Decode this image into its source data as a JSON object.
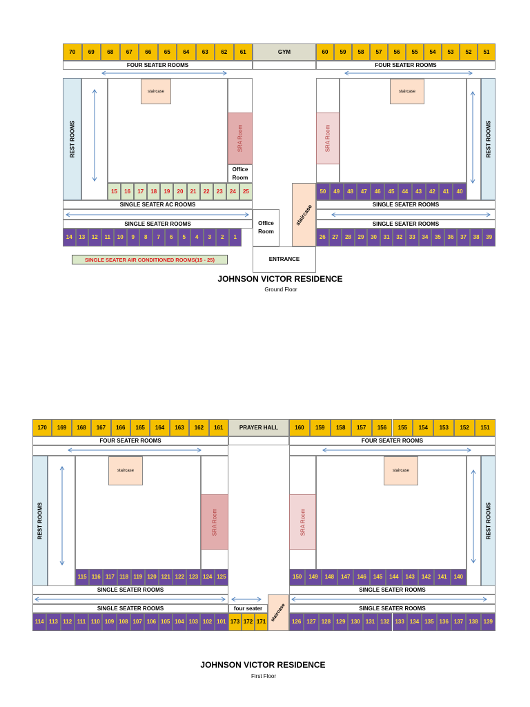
{
  "colors": {
    "gold": "#f5c000",
    "purple": "#6a4aa0",
    "ac_green": "#dbe9c9",
    "rest_blue": "#daebf2",
    "sra": "#e2adad",
    "staircase": "#fde0cb",
    "gym": "#dddccb"
  },
  "ground": {
    "title": "JOHNSON VICTOR RESIDENCE",
    "subtitle": "Ground Floor",
    "top_left_rooms": [
      "70",
      "69",
      "68",
      "67",
      "66",
      "65",
      "64",
      "63",
      "62",
      "61"
    ],
    "gym": "GYM",
    "top_right_rooms": [
      "60",
      "59",
      "58",
      "57",
      "56",
      "55",
      "54",
      "53",
      "52",
      "51"
    ],
    "four_seater_left": "FOUR SEATER ROOMS",
    "four_seater_right": "FOUR SEATER ROOMS",
    "staircase_left": "staircase",
    "staircase_right": "staircase",
    "rest_left": "REST ROOMS",
    "rest_right": "REST ROOMS",
    "sra_left": "SRA Room",
    "sra_right": "SRA Room",
    "office_upper": "Office\nRoom",
    "ac_rooms": [
      "15",
      "16",
      "17",
      "18",
      "19",
      "20",
      "21",
      "22",
      "23",
      "24",
      "25"
    ],
    "right_inner_rooms": [
      "50",
      "49",
      "48",
      "47",
      "46",
      "45",
      "44",
      "43",
      "42",
      "41",
      "40"
    ],
    "single_ac_label": "SINGLE SEATER AC ROOMS",
    "single_right_upper": "SINGLE SEATER ROOMS",
    "single_left_lower": "SINGLE SEATER ROOMS",
    "single_right_lower": "SINGLE SEATER ROOMS",
    "office_lower": "Office\nRoom",
    "center_staircase": "staircase",
    "bottom_left_rooms": [
      "14",
      "13",
      "12",
      "11",
      "10",
      "9",
      "8",
      "7",
      "6",
      "5",
      "4",
      "3",
      "2",
      "1"
    ],
    "bottom_right_rooms": [
      "26",
      "27",
      "28",
      "29",
      "30",
      "31",
      "32",
      "33",
      "34",
      "35",
      "36",
      "37",
      "38",
      "39"
    ],
    "entrance": "ENTRANCE",
    "legend": "SINGLE SEATER AIR CONDITIONED ROOMS(15 - 25)"
  },
  "first": {
    "title": "JOHNSON VICTOR RESIDENCE",
    "subtitle": "First Floor",
    "top_left_rooms": [
      "170",
      "169",
      "168",
      "167",
      "166",
      "165",
      "164",
      "163",
      "162",
      "161"
    ],
    "prayer_hall": "PRAYER HALL",
    "top_right_rooms": [
      "160",
      "159",
      "158",
      "157",
      "156",
      "155",
      "154",
      "153",
      "152",
      "151"
    ],
    "four_seater_left": "FOUR SEATER ROOMS",
    "four_seater_right": "FOUR SEATER ROOMS",
    "staircase_left": "staircase",
    "staircase_right": "staircase",
    "rest_left": "REST ROOMS",
    "rest_right": "REST ROOMS",
    "sra_left": "SRA Room",
    "sra_right": "SRA Room",
    "inner_left_rooms": [
      "115",
      "116",
      "117",
      "118",
      "119",
      "120",
      "121",
      "122",
      "123",
      "124",
      "125"
    ],
    "inner_right_rooms": [
      "150",
      "149",
      "148",
      "147",
      "146",
      "145",
      "144",
      "143",
      "142",
      "141",
      "140"
    ],
    "single_left_upper": "SINGLE SEATER ROOMS",
    "single_right_upper": "SINGLE SEATER ROOMS",
    "single_left_lower": "SINGLE SEATER ROOMS",
    "single_right_lower": "SINGLE SEATER ROOMS",
    "four_seater_center": "four seater",
    "center_staircase": "staircase",
    "bottom_left_rooms": [
      "114",
      "113",
      "112",
      "111",
      "110",
      "109",
      "108",
      "107",
      "106",
      "105",
      "104",
      "103",
      "102",
      "101"
    ],
    "center_rooms": [
      "173",
      "172",
      "171"
    ],
    "bottom_right_rooms": [
      "126",
      "127",
      "128",
      "129",
      "130",
      "131",
      "132",
      "133",
      "134",
      "135",
      "136",
      "137",
      "138",
      "139"
    ]
  }
}
